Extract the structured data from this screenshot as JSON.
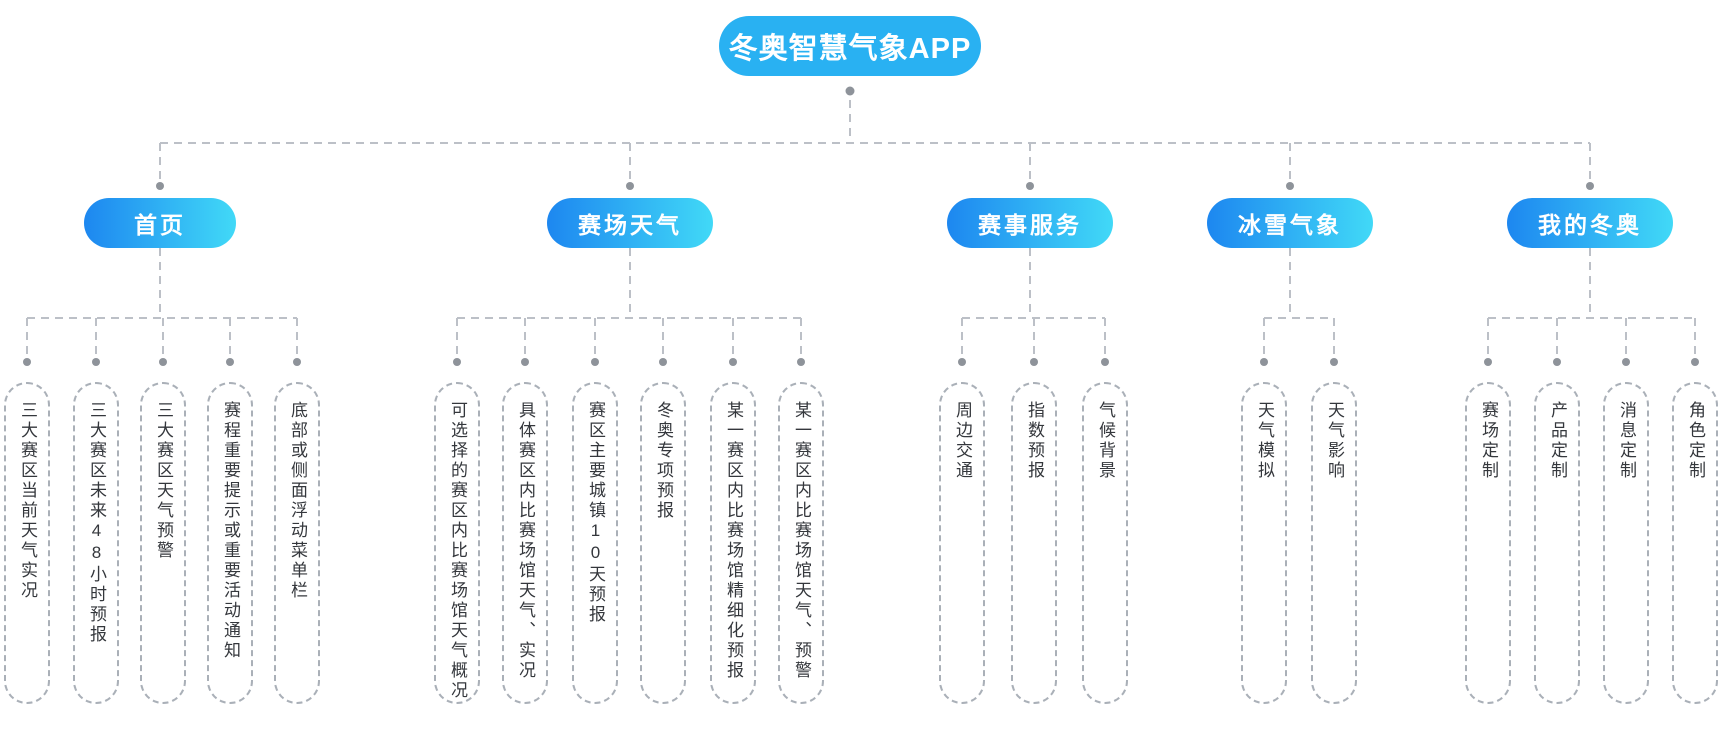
{
  "root": {
    "label": "冬奥智慧气象APP"
  },
  "branches": [
    {
      "label": "首页",
      "children": [
        "三大赛区当前天气实况",
        "三大赛区未来48小时预报",
        "三大赛区天气预警",
        "赛程重要提示或重要活动通知",
        "底部或侧面浮动菜单栏"
      ]
    },
    {
      "label": "赛场天气",
      "children": [
        "可选择的赛区内比赛场馆天气概况",
        "具体赛区内比赛场馆天气、实况",
        "赛区主要城镇10天预报",
        "冬奥专项预报",
        "某一赛区内比赛场馆精细化预报",
        "某一赛区内比赛场馆天气、预警"
      ]
    },
    {
      "label": "赛事服务",
      "children": [
        "周边交通",
        "指数预报",
        "气候背景"
      ]
    },
    {
      "label": "冰雪气象",
      "children": [
        "天气模拟",
        "天气影响"
      ]
    },
    {
      "label": "我的冬奥",
      "children": [
        "赛场定制",
        "产品定制",
        "消息定制",
        "角色定制"
      ]
    }
  ],
  "colors": {
    "root_bg": "#29b1f2",
    "branch_gradient_start": "#1d87f0",
    "branch_gradient_end": "#41d9f7",
    "connector_line": "#bcc0c7",
    "connector_dot": "#8e939a",
    "leaf_border": "#aab0b8",
    "leaf_text": "#34373c",
    "node_text": "#ffffff"
  }
}
